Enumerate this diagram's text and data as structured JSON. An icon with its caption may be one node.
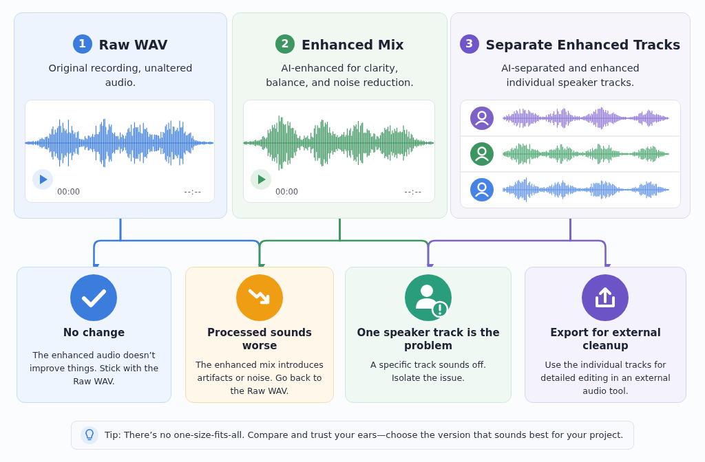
{
  "diagram": {
    "nodes": [
      {
        "text": [
          "Raw WAV",
          "Original recording, unaltered audio."
        ]
      },
      {
        "text": [
          "Enhanced Mix",
          "AI-enhanced for clarity, balance, and noise reduction."
        ]
      },
      {
        "text": [
          "Separate Enhanced Tracks",
          "AI-separated and enhanced individual speaker tracks."
        ]
      },
      {
        "text": [
          "No change",
          "The enhanced audio doesn’t improve things. Stick with the Raw WAV."
        ]
      },
      {
        "text": [
          "Processed sounds worse",
          "The enhanced mix introduces artifacts or noise. Go back to the Raw WAV."
        ]
      },
      {
        "text": [
          "One speaker track is the problem",
          "A specific track sounds off. Isolate the issue."
        ]
      },
      {
        "text": [
          "Export for external cleanup",
          "Use the individual tracks for detailed editing in an external audio tool."
        ]
      },
      {
        "text": [
          "Tip: There’s no one-size-fits-all. Compare and trust your ears—choose the version that sounds best for your project."
        ]
      }
    ],
    "edges": [
      {
        "from": 0,
        "to": 3,
        "arrow": "to",
        "color": "#3b7ddd"
      },
      {
        "from": 0,
        "to": 4,
        "arrow": "to",
        "color": "#3b7ddd"
      },
      {
        "from": 1,
        "to": 4,
        "arrow": "to",
        "color": "#3d9560"
      },
      {
        "from": 1,
        "to": 5,
        "arrow": "to",
        "color": "#3d9560"
      },
      {
        "from": 2,
        "to": 5,
        "arrow": "to",
        "color": "#7c62c8"
      },
      {
        "from": 2,
        "to": 6,
        "arrow": "to",
        "color": "#7c62c8"
      }
    ],
    "labels": [
      "1",
      "00:00",
      "--:--",
      "2",
      "00:00",
      "--:--",
      "3"
    ]
  }
}
